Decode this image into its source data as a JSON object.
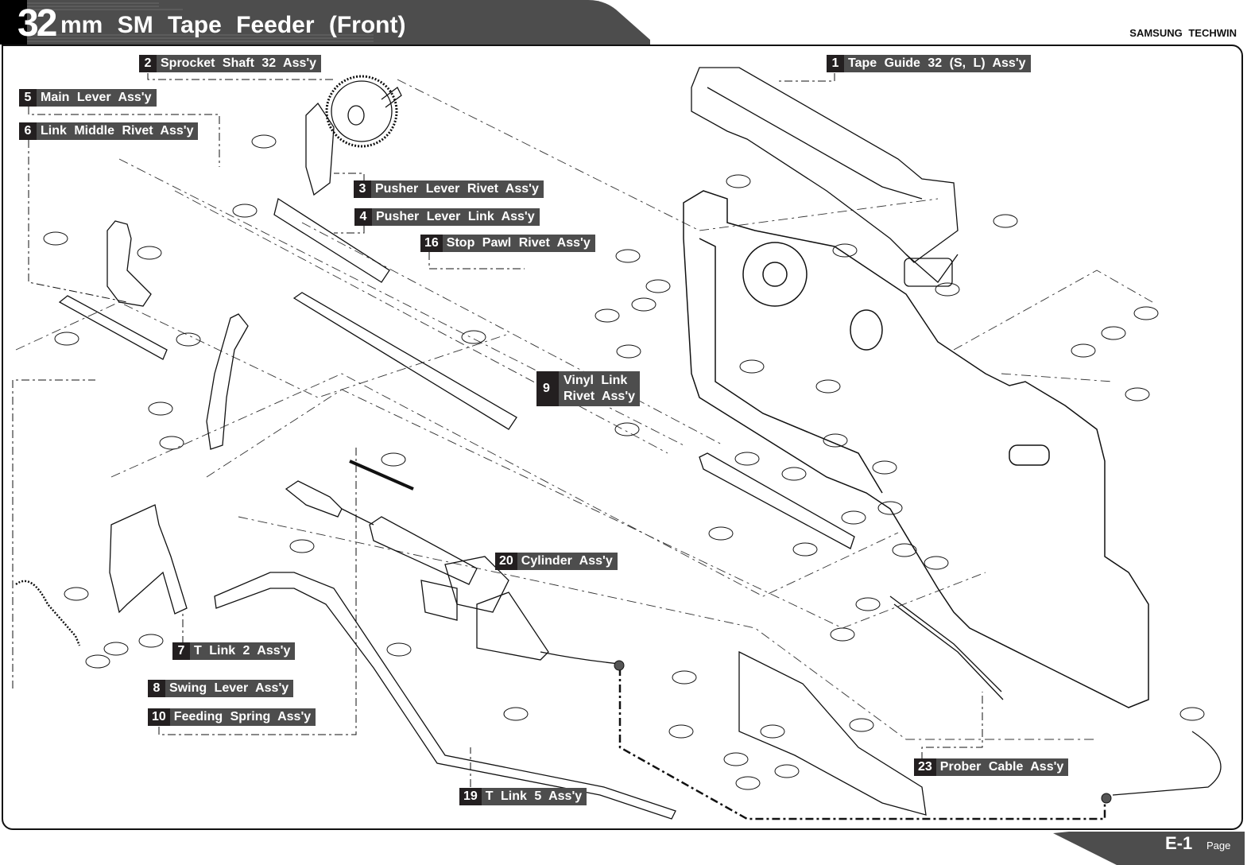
{
  "header": {
    "title_number": "32",
    "title_text": "mm SM Tape Feeder (Front)",
    "brand": "SAMSUNG TECHWIN"
  },
  "footer": {
    "page_code": "E-1",
    "page_label": "Page"
  },
  "callouts": [
    {
      "num": "1",
      "label": "Tape Guide 32 (S, L) Ass'y"
    },
    {
      "num": "2",
      "label": "Sprocket Shaft 32 Ass'y"
    },
    {
      "num": "3",
      "label": "Pusher Lever Rivet Ass'y"
    },
    {
      "num": "4",
      "label": "Pusher Lever Link Ass'y"
    },
    {
      "num": "5",
      "label": "Main Lever Ass'y"
    },
    {
      "num": "6",
      "label": "Link Middle Rivet Ass'y"
    },
    {
      "num": "7",
      "label": "T Link 2 Ass'y"
    },
    {
      "num": "8",
      "label": "Swing Lever Ass'y"
    },
    {
      "num": "9",
      "label_line1": "Vinyl Link",
      "label_line2": "Rivet Ass'y"
    },
    {
      "num": "10",
      "label": "Feeding Spring Ass'y"
    },
    {
      "num": "16",
      "label": "Stop Pawl Rivet Ass'y"
    },
    {
      "num": "19",
      "label": "T Link 5 Ass'y"
    },
    {
      "num": "20",
      "label": "Cylinder Ass'y"
    },
    {
      "num": "23",
      "label": "Prober Cable Ass'y"
    }
  ],
  "colors": {
    "number_bg": "#231f20",
    "label_bg": "#4d4d4d",
    "header_bg": "#4d4d4d",
    "line": "#111111"
  }
}
